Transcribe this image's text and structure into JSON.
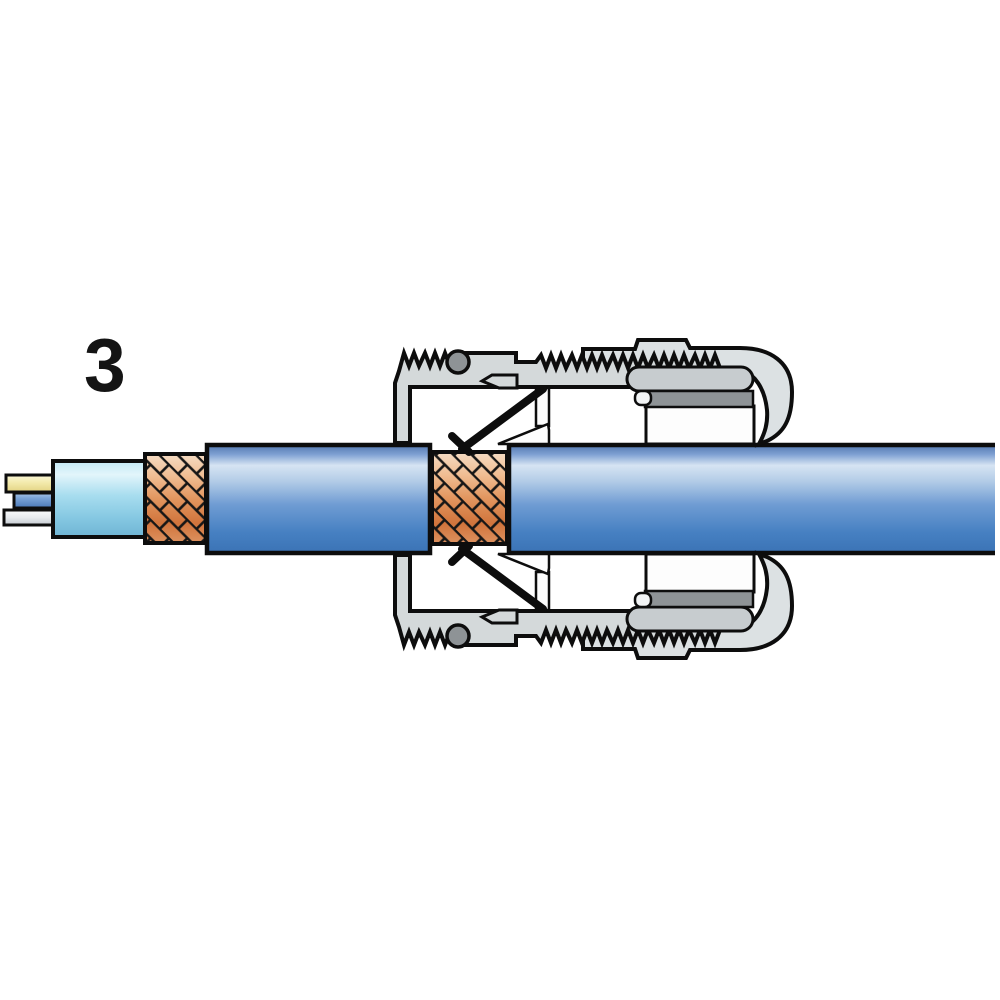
{
  "figure": {
    "step_label": "3"
  },
  "parts": {
    "cable": [
      "wire-yellow",
      "wire-blue",
      "wire-white",
      "inner-sheath",
      "shield-braid-exposed",
      "outer-jacket",
      "shield-braid-under-gland"
    ],
    "gland": [
      "entry-thread",
      "o-ring",
      "gland-body",
      "contact-spring",
      "lamella-claw",
      "clamp-wedge",
      "male-thread",
      "clamp-sleeve",
      "seal-insert",
      "pressure-block",
      "cap-nut"
    ]
  },
  "colors": {
    "outline": "#0d0d0d",
    "metal_body": "#d4d9da",
    "metal_cap": "#dce1e3",
    "metal_sleeve": "#c7cccf",
    "seal_gray": "#8e9396",
    "oring_gray": "#8e9396",
    "insert_white": "#fdfdfd",
    "jacket_blue": "#3a72b4",
    "jacket_highlight": "#d6e4f3",
    "braid_copper": "#d1743c",
    "braid_copper_light": "#f5dcc3",
    "sheath_cyan": "#9ed9ed",
    "wire_yellow": "#f4ecb0",
    "wire_blue": "#7aa3d6",
    "wire_white": "#e8ebee",
    "background": "#ffffff"
  }
}
